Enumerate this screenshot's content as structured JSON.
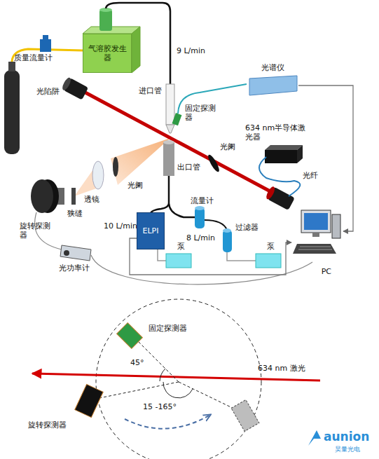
{
  "diagram": {
    "nodes": [
      {
        "text": [
          "气溶胶发生器"
        ]
      },
      {
        "text": [
          "ELPI"
        ]
      },
      {
        "text": [
          "光谱仪"
        ]
      },
      {
        "text": [
          "PC"
        ]
      }
    ],
    "edges": [
      {
        "from": 2,
        "to": 3,
        "arrow": "to"
      },
      {
        "from": 1,
        "to": 3,
        "arrow": "to"
      }
    ],
    "labels": [
      "质量流量计",
      "9 L/min",
      "进口管",
      "光陷阱",
      "固定探测器",
      "634 nm半导体激光器",
      "光阑",
      "出口管",
      "光纤",
      "光阑",
      "透镜",
      "狭缝",
      "旋转探测器",
      "10 L/min",
      "流量计",
      "8 L/min",
      "过滤器",
      "泵",
      "泵",
      "光功率计",
      "固定探测器",
      "45°",
      "15 -165°",
      "634 nm 激光",
      "旋转探测器",
      "aunion",
      "昊量光电"
    ]
  }
}
